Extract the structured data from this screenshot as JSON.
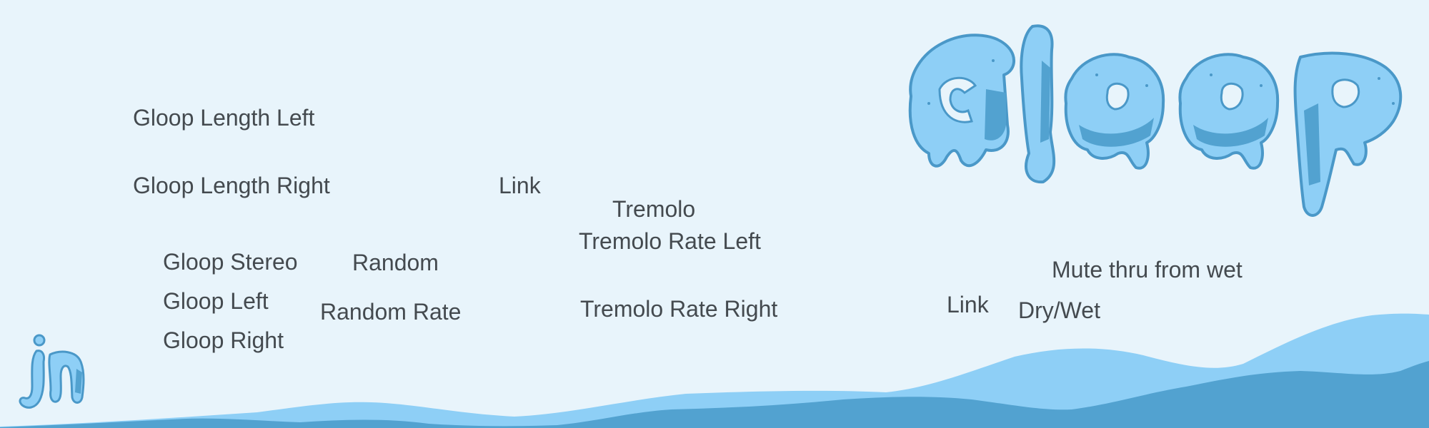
{
  "app": {
    "logo_text": "Gloop",
    "brand_mark": "jn"
  },
  "labels": {
    "gloop_length_left": "Gloop Length Left",
    "gloop_length_right": "Gloop Length Right",
    "link_length": "Link",
    "tremolo": "Tremolo",
    "tremolo_rate_left": "Tremolo Rate Left",
    "tremolo_rate_right": "Tremolo Rate Right",
    "gloop_stereo": "Gloop Stereo",
    "gloop_left": "Gloop Left",
    "gloop_right": "Gloop Right",
    "random": "Random",
    "random_rate": "Random Rate",
    "mute_thru": "Mute thru from wet",
    "link_drywet": "Link",
    "dry_wet": "Dry/Wet"
  },
  "colors": {
    "background": "#e8f4fb",
    "text": "#444a4f",
    "slime_light": "#8ecff6",
    "slime_dark": "#52a2d0",
    "slime_outline": "#4a98c8"
  },
  "icons": {
    "logo": "gloop-slime-logo",
    "brand": "jn-slime-icon",
    "waves": "slime-waves-decoration"
  }
}
